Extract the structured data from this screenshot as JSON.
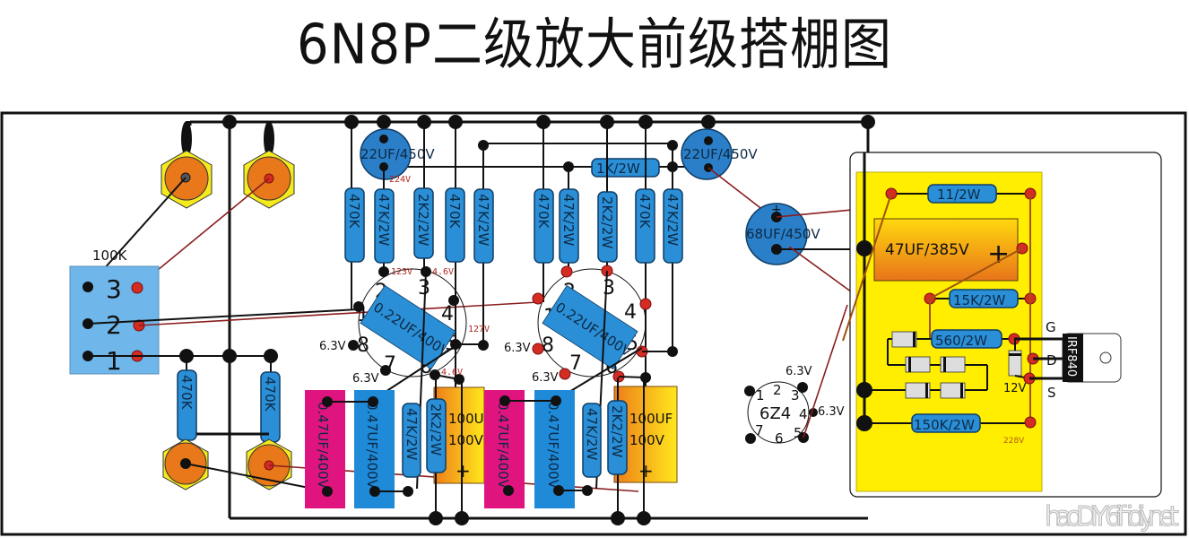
{
  "title": "6N8P二级放大前级搭棚图",
  "volume_pot": {
    "label": "100K",
    "pins": [
      "3",
      "2",
      "1"
    ]
  },
  "stage1": {
    "cap_22uf": "22UF/450V",
    "v_224": "224V",
    "resistors": [
      "470K",
      "47K/2W",
      "2K2/2W",
      "470K",
      "47K/2W"
    ],
    "coupling_cap": "0.22UF/400V",
    "tube_pins": [
      "1",
      "2",
      "3",
      "4",
      "5",
      "6",
      "7",
      "8"
    ],
    "v_123": "123V",
    "v_4_6_top": "4.6V",
    "v_127": "127V",
    "v_4_6_bottom": "4.6V",
    "heater_8": "6.3V",
    "heater_7": "6.3V"
  },
  "stage2": {
    "cap_22uf": "22UF/450V",
    "r_1k": "1K/2W",
    "resistors": [
      "470K",
      "47K/2W",
      "2K2/2W",
      "470K",
      "47K/2W"
    ],
    "coupling_cap": "0.22UF/400V",
    "tube_pins": [
      "1",
      "2",
      "3",
      "4",
      "5",
      "6",
      "7",
      "8"
    ],
    "heater_8": "6.3V",
    "heater_7": "6.3V"
  },
  "input_resistors": [
    "470K",
    "470K"
  ],
  "bottom_caps": [
    {
      "label": "0.47UF/400V"
    },
    {
      "label": "0.47UF/400V"
    },
    {
      "label": "0.47UF/400V"
    },
    {
      "label": "0.47UF/400V"
    }
  ],
  "cathode_parts": [
    {
      "r1": "47K/2W",
      "r2": "2K2/2W",
      "cap_line1": "100UF",
      "cap_line2": "100V",
      "plus": "+"
    },
    {
      "r1": "47K/2W",
      "r2": "2K2/2W",
      "cap_line1": "100UF",
      "cap_line2": "100V",
      "plus": "+"
    }
  ],
  "filter_cap": {
    "label": "68UF/450V",
    "plus": "+"
  },
  "rectifier": {
    "label": "6Z4",
    "pins": [
      "1",
      "2",
      "3",
      "4",
      "5",
      "6",
      "7"
    ],
    "v_top": "6.3V",
    "v_side": "6.3V"
  },
  "regulator_board": {
    "r_top": "11/2W",
    "cap": "47UF/385V",
    "cap_plus": "+",
    "r_mid": "15K/2W",
    "r_gate": "560/2W",
    "r_bottom": "150K/2W",
    "zener": "12V",
    "v_228": "228V",
    "mosfet": "IRF840",
    "g": "G",
    "d": "D",
    "s": "S"
  },
  "watermark": "haoDIY 6ifidiy.net",
  "colors": {
    "resistor": "#2a8fd6",
    "magenta_cap": "#e0147e",
    "blue_cap": "#1f8ad8",
    "board_yellow": "#ffee00",
    "jack_orange": "#e8781a",
    "jack_yellow": "#f5ea1e",
    "red_node": "#d42b23"
  }
}
